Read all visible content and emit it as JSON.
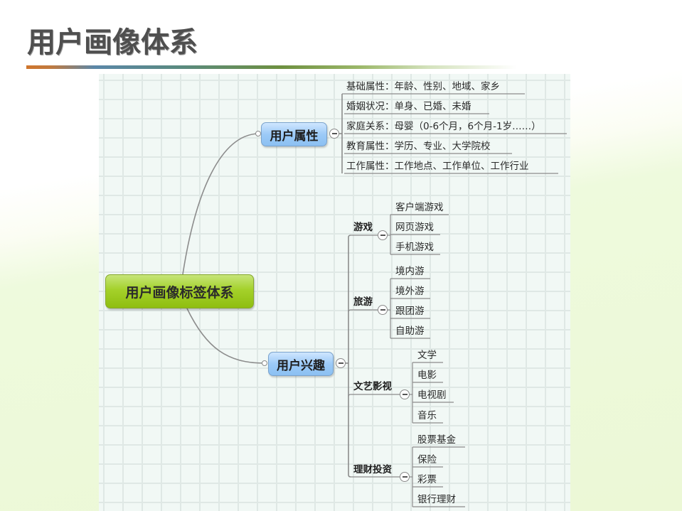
{
  "slide": {
    "title": "用户画像体系"
  },
  "mindmap": {
    "root": {
      "label": "用户画像标签体系",
      "color": "#a4d12a"
    },
    "branches": [
      {
        "label": "用户属性",
        "color": "#9ccaf7",
        "items": [
          "基础属性：年龄、性别、地域、家乡",
          "婚姻状况：单身、已婚、未婚",
          "家庭关系：母婴（0-6个月，6个月-1岁……）",
          "教育属性：学历、专业、大学院校",
          "工作属性：工作地点、工作单位、工作行业"
        ]
      },
      {
        "label": "用户兴趣",
        "color": "#9ccaf7",
        "categories": [
          {
            "label": "游戏",
            "items": [
              "客户端游戏",
              "网页游戏",
              "手机游戏"
            ]
          },
          {
            "label": "旅游",
            "items": [
              "境内游",
              "境外游",
              "跟团游",
              "自助游"
            ]
          },
          {
            "label": "文艺影视",
            "items": [
              "文学",
              "电影",
              "电视剧",
              "音乐"
            ]
          },
          {
            "label": "理财投资",
            "items": [
              "股票基金",
              "保险",
              "彩票",
              "银行理财"
            ]
          }
        ]
      }
    ]
  }
}
